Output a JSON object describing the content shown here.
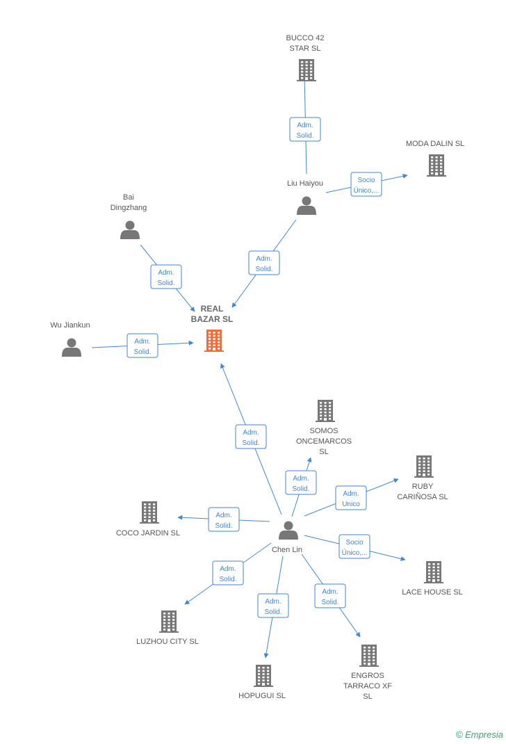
{
  "colors": {
    "edge": "#3f86d6",
    "node": "#777777",
    "main": "#f26b3a"
  },
  "nodes": [
    {
      "id": "real",
      "kind": "company",
      "main": true,
      "label": [
        "REAL",
        "BAZAR SL"
      ]
    },
    {
      "id": "bucco",
      "kind": "company",
      "label": [
        "BUCCO 42",
        "STAR SL"
      ]
    },
    {
      "id": "moda",
      "kind": "company",
      "label": [
        "MODA DALIN  SL"
      ]
    },
    {
      "id": "liu",
      "kind": "person",
      "label": [
        "Liu Haiyou"
      ]
    },
    {
      "id": "bai",
      "kind": "person",
      "label": [
        "Bai",
        "Dingzhang"
      ]
    },
    {
      "id": "wu",
      "kind": "person",
      "label": [
        "Wu Jiankun"
      ]
    },
    {
      "id": "somos",
      "kind": "company",
      "label": [
        "SOMOS",
        "ONCEMARCOS",
        "SL"
      ]
    },
    {
      "id": "ruby",
      "kind": "company",
      "label": [
        "RUBY",
        "CARIÑOSA  SL"
      ]
    },
    {
      "id": "coco",
      "kind": "company",
      "label": [
        "COCO JARDIN SL"
      ]
    },
    {
      "id": "chen",
      "kind": "person",
      "label": [
        "Chen Lin"
      ]
    },
    {
      "id": "lace",
      "kind": "company",
      "label": [
        "LACE HOUSE SL"
      ]
    },
    {
      "id": "luzhou",
      "kind": "company",
      "label": [
        "LUZHOU CITY SL"
      ]
    },
    {
      "id": "hopugui",
      "kind": "company",
      "label": [
        "HOPUGUI SL"
      ]
    },
    {
      "id": "engros",
      "kind": "company",
      "label": [
        "ENGROS",
        "TARRACO XF",
        "SL"
      ]
    }
  ],
  "edges": [
    {
      "from": "liu",
      "to": "bucco",
      "label": [
        "Adm.",
        "Solid."
      ]
    },
    {
      "from": "liu",
      "to": "moda",
      "label": [
        "Socio",
        "Único,..."
      ]
    },
    {
      "from": "liu",
      "to": "real",
      "label": [
        "Adm.",
        "Solid."
      ]
    },
    {
      "from": "bai",
      "to": "real",
      "label": [
        "Adm.",
        "Solid."
      ]
    },
    {
      "from": "wu",
      "to": "real",
      "label": [
        "Adm.",
        "Solid."
      ]
    },
    {
      "from": "chen",
      "to": "real",
      "label": [
        "Adm.",
        "Solid."
      ]
    },
    {
      "from": "chen",
      "to": "somos",
      "label": [
        "Adm.",
        "Solid."
      ]
    },
    {
      "from": "chen",
      "to": "ruby",
      "label": [
        "Adm.",
        "Unico"
      ]
    },
    {
      "from": "chen",
      "to": "coco",
      "label": [
        "Adm.",
        "Solid."
      ]
    },
    {
      "from": "chen",
      "to": "lace",
      "label": [
        "Socio",
        "Único,..."
      ]
    },
    {
      "from": "chen",
      "to": "luzhou",
      "label": [
        "Adm.",
        "Solid."
      ]
    },
    {
      "from": "chen",
      "to": "hopugui",
      "label": [
        "Adm.",
        "Solid."
      ]
    },
    {
      "from": "chen",
      "to": "engros",
      "label": [
        "Adm.",
        "Solid."
      ]
    }
  ],
  "footer": {
    "copyright": "©",
    "brand": "Empresia"
  }
}
